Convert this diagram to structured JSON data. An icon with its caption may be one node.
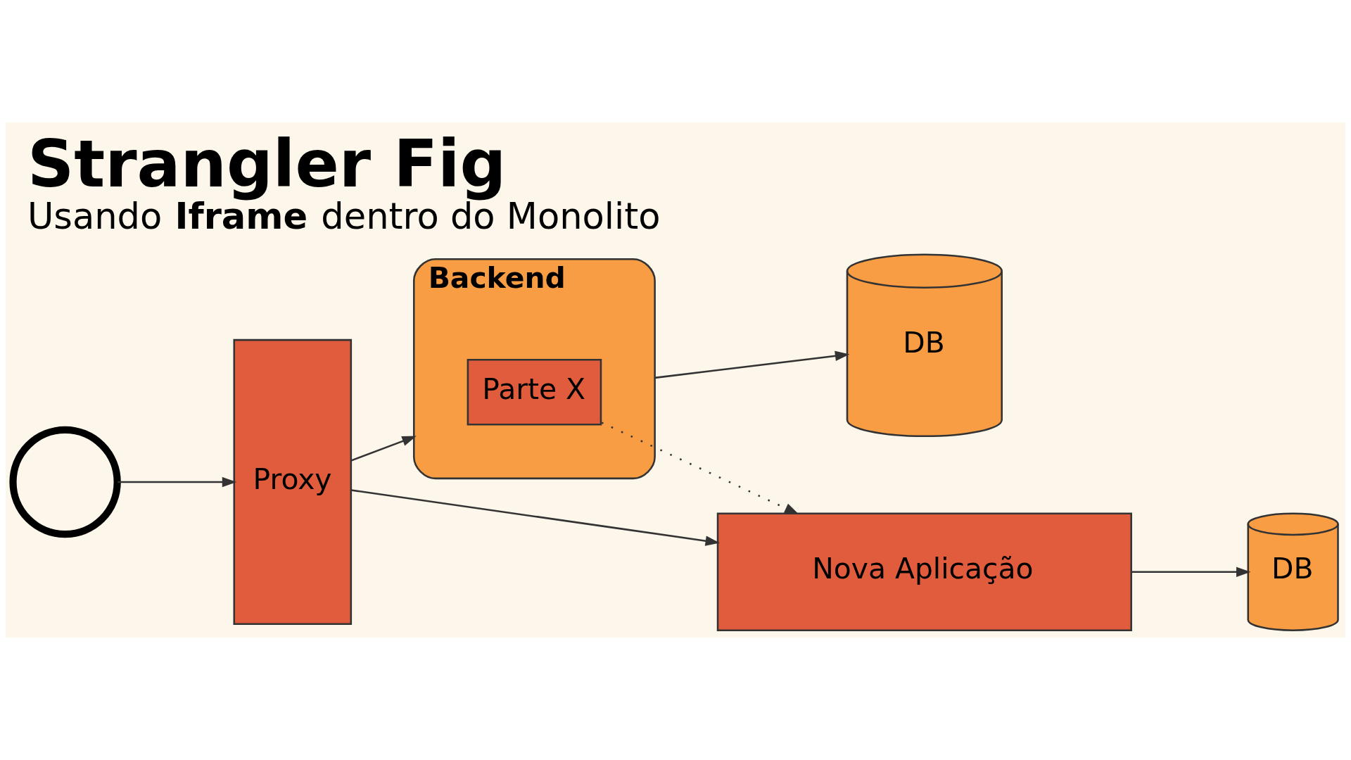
{
  "diagram": {
    "title": "Strangler Fig",
    "caption": "Usando **Iframe** dentro do Monolito",
    "nodes": [
      {
        "text": [],
        "shape": "person"
      },
      {
        "text": [
          "Proxy"
        ]
      },
      {
        "text": [
          "Backend"
        ]
      },
      {
        "text": [
          "Parte X"
        ],
        "in": 2
      },
      {
        "text": [
          "DB"
        ]
      },
      {
        "text": [
          "Nova Aplicação"
        ]
      },
      {
        "text": [
          "DB"
        ]
      }
    ],
    "edges": [
      {
        "from": 0,
        "to": 1,
        "arrow": "to"
      },
      {
        "from": 1,
        "to": 2,
        "arrow": "to"
      },
      {
        "from": 2,
        "to": 4,
        "arrow": "to"
      },
      {
        "from": 3,
        "to": 5,
        "arrow": "to",
        "style": "dashed"
      },
      {
        "from": 1,
        "to": 5,
        "arrow": "to"
      },
      {
        "from": 5,
        "to": 6,
        "arrow": "to"
      }
    ]
  }
}
